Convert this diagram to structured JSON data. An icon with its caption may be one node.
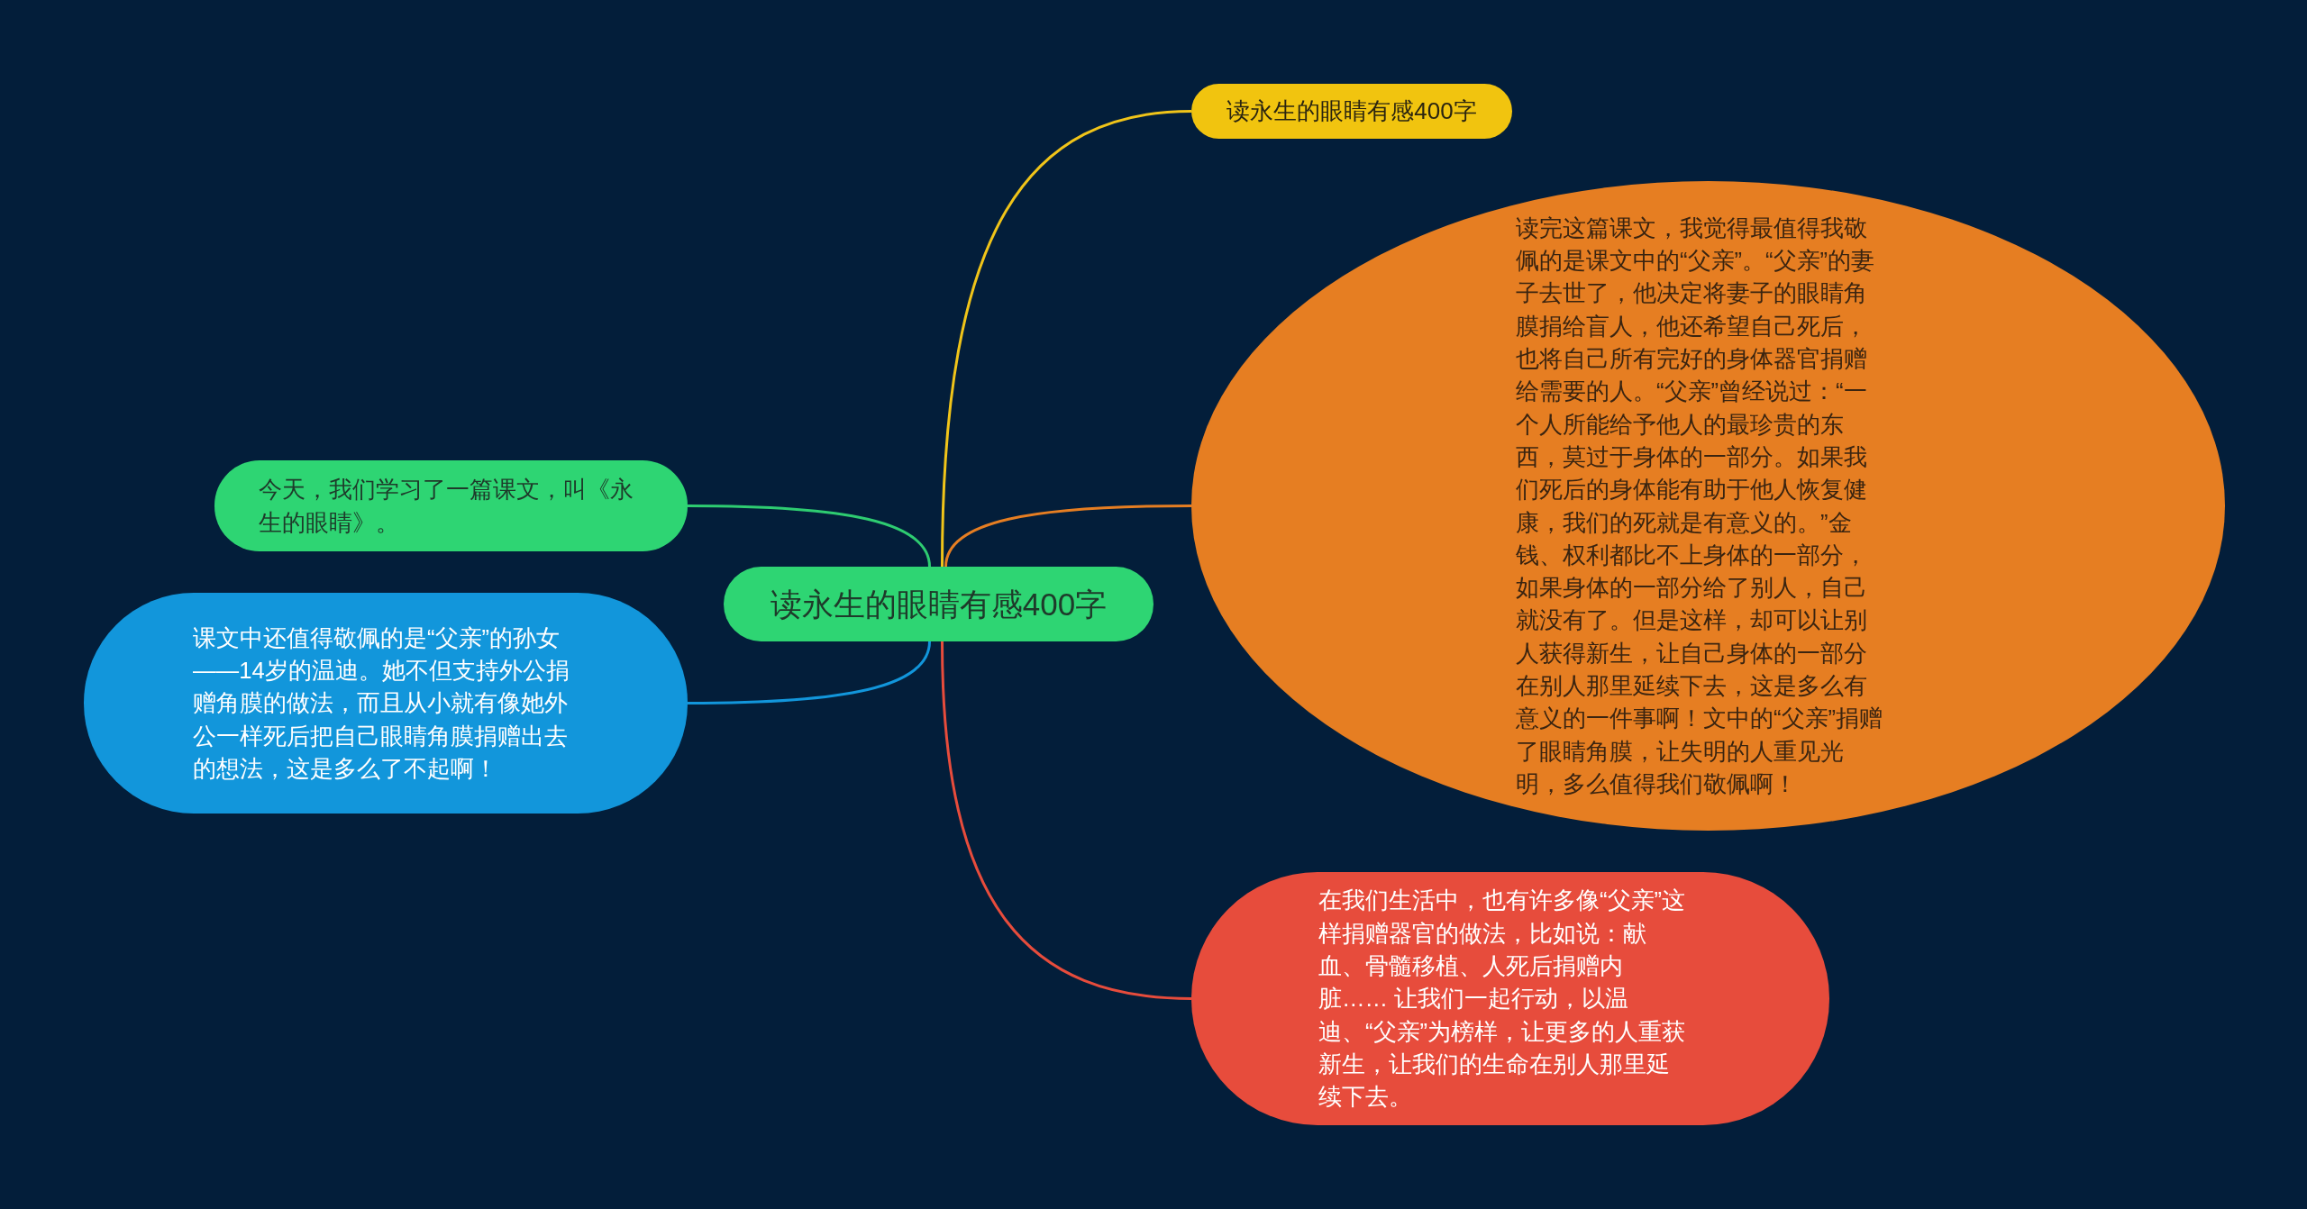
{
  "diagram": {
    "nodes": [
      {
        "text": [
          "读永生的眼睛有感400字"
        ]
      },
      {
        "text": [
          "读永生的眼睛有感400字"
        ]
      },
      {
        "text": [
          "读完这篇课文，我觉得最值得我敬佩的是课文中的“父亲”。“父亲”的妻子去世了，他决定将妻子的眼睛角膜捐给盲人，他还希望自己死后，也将自己所有完好的身体器官捐赠给需要的人。“父亲”曾经说过：“一个人所能给予他人的最珍贵的东西，莫过于身体的一部分。如果我们死后的身体能有助于他人恢复健康，我们的死就是有意义的。”金钱、权利都比不上身体的一部分，如果身体的一部分给了别人，自己就没有了。但是这样，却可以让别人获得新生，让自己身体的一部分在别人那里延续下去，这是多么有意义的一件事啊！文中的“父亲”捐赠了眼睛角膜，让失明的人重见光明，多么值得我们敬佩啊！"
        ]
      },
      {
        "text": [
          "在我们生活中，也有许多像“父亲”这样捐赠器官的做法，比如说：献血、骨髓移植、人死后捐赠内脏…… 让我们一起行动，以温迪、“父亲”为榜样，让更多的人重获新生，让我们的生命在别人那里延续下去。"
        ]
      },
      {
        "text": [
          "今天，我们学习了一篇课文，叫《永生的眼睛》。"
        ]
      },
      {
        "text": [
          "课文中还值得敬佩的是“父亲”的孙女——14岁的温迪。她不但支持外公捐赠角膜的做法，而且从小就有像她外公一样死后把自己眼睛角膜捐赠出去的想法，这是多么了不起啊！"
        ]
      }
    ],
    "edges": [
      {
        "from": 0,
        "to": 1,
        "arrow": "none",
        "color": "#f0c419"
      },
      {
        "from": 0,
        "to": 2,
        "arrow": "none",
        "color": "#e67e22"
      },
      {
        "from": 0,
        "to": 3,
        "arrow": "none",
        "color": "#e74c3c"
      },
      {
        "from": 0,
        "to": 4,
        "arrow": "none",
        "color": "#2ecc71"
      },
      {
        "from": 0,
        "to": 5,
        "arrow": "none",
        "color": "#1296db"
      }
    ]
  }
}
